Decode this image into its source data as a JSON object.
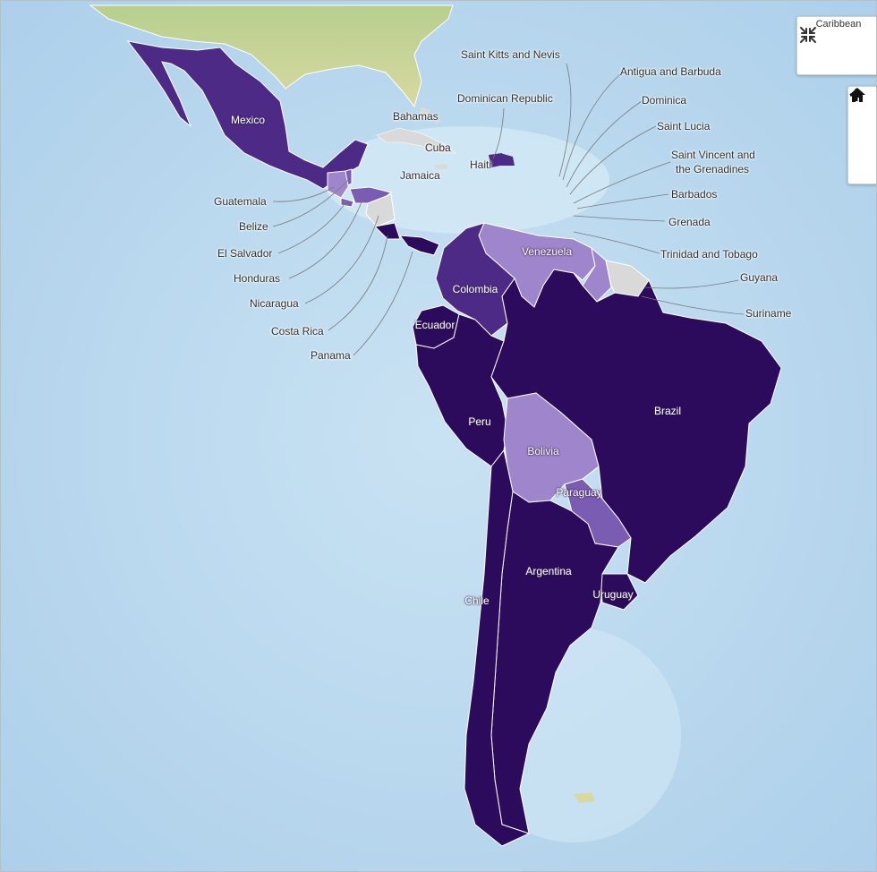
{
  "controls": {
    "region_button": {
      "label": "Caribbean",
      "icon": "collapse-arrows-icon"
    },
    "zoom_in": {
      "icon": "plus-icon"
    },
    "home": {
      "icon": "home-icon"
    },
    "zoom_out": {
      "icon": "minus-icon"
    }
  },
  "legend_colors": {
    "darkest": "#2c0b5c",
    "dark": "#4d2a86",
    "medium": "#7a5cb2",
    "light": "#9f86cc",
    "no_data": "#d9d9d9"
  },
  "countries": {
    "mexico": "Mexico",
    "guatemala": "Guatemala",
    "belize": "Belize",
    "el_salvador": "El Salvador",
    "honduras": "Honduras",
    "nicaragua": "Nicaragua",
    "costa_rica": "Costa Rica",
    "panama": "Panama",
    "bahamas": "Bahamas",
    "cuba": "Cuba",
    "jamaica": "Jamaica",
    "haiti": "Haiti",
    "dominican_republic": "Dominican Republic",
    "saint_kitts": "Saint Kitts and Nevis",
    "antigua": "Antigua and Barbuda",
    "dominica": "Dominica",
    "saint_lucia": "Saint Lucia",
    "saint_vincent_1": "Saint Vincent and",
    "saint_vincent_2": "the Grenadines",
    "barbados": "Barbados",
    "grenada": "Grenada",
    "trinidad": "Trinidad and Tobago",
    "guyana": "Guyana",
    "suriname": "Suriname",
    "venezuela": "Venezuela",
    "colombia": "Colombia",
    "ecuador": "Ecuador",
    "peru": "Peru",
    "brazil": "Brazil",
    "bolivia": "Bolivia",
    "paraguay": "Paraguay",
    "chile": "Chile",
    "argentina": "Argentina",
    "uruguay": "Uruguay"
  }
}
